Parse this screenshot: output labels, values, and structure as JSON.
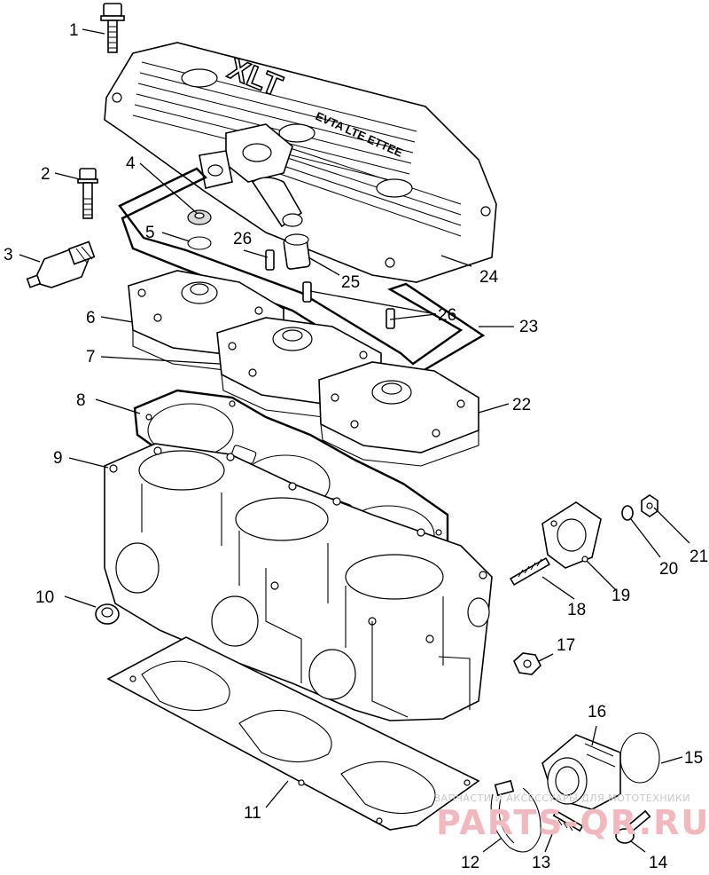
{
  "diagram": {
    "cover_text_main": "XLT",
    "cover_text_side": "EVTA LTE ETTEE",
    "callouts": [
      "1",
      "2",
      "3",
      "4",
      "5",
      "6",
      "7",
      "8",
      "9",
      "10",
      "11",
      "12",
      "13",
      "14",
      "15",
      "16",
      "17",
      "18",
      "19",
      "20",
      "21",
      "22",
      "23",
      "24",
      "25",
      "26",
      "26"
    ],
    "watermark": {
      "line1": "ЗАПЧАСТИ И АКСЕССУАРЫ ДЛЯ МОТОТЕХНИКИ",
      "line2": "PARTS-QR.RU"
    }
  }
}
